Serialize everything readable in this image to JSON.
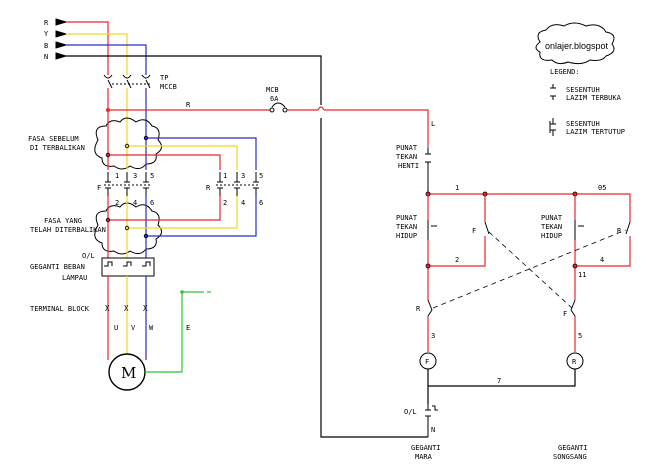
{
  "colors": {
    "red": "#e8262b",
    "yellow": "#f2d61e",
    "blue": "#2b2dbf",
    "black": "#000000",
    "green": "#2fc52f"
  },
  "phases": [
    "R",
    "Y",
    "B",
    "N"
  ],
  "labels": {
    "tp_mccb": "TP\nMCCB",
    "mcb": "MCB\n6A",
    "r_feed": "R",
    "fasa_sebelum": "FASA SEBELUM\nDI TERBALIKAN",
    "fasa_yang": "FASA YANG\nTELAH DITERBALIKAN",
    "geganti_beban": "O/L\nGEGANTI BEBAN\nLAMPAU",
    "terminal_block": "TERMINAL BLOCK",
    "motor": "M",
    "earth": "E",
    "f_contactor": "F",
    "r_contactor": "R",
    "terminals_top": [
      "1",
      "3",
      "5"
    ],
    "terminals_bottom": [
      "2",
      "4",
      "6"
    ],
    "uvw": [
      "U",
      "V",
      "W"
    ],
    "x_mark": "X"
  },
  "control": {
    "l_label": "L",
    "n_label": "N",
    "punat_henti": "PUNAT\nTEKAN\nHENTI",
    "punat_hidup_f": "PUNAT\nTEKAN\nHIDUP",
    "punat_hidup_r": "PUNAT\nTEKAN\nHIDUP",
    "f_nc": "F",
    "r_no": "R",
    "r_nc": "R",
    "f_nc2": "F",
    "coil_f": "F",
    "coil_r": "R",
    "ol": "O/L",
    "geganti_mara": "GEGANTI\nMARA",
    "geganti_songsang": "GEGANTI\nSONGSANG",
    "wire_numbers": [
      "1",
      "05",
      "2",
      "4",
      "11",
      "3",
      "5",
      "7"
    ]
  },
  "legend": {
    "site": "onlajer.blogspot",
    "title": "LEGEND:",
    "no_label": "SESENTUH\nLAZIM TERBUKA",
    "nc_label": "SESENTUH\nLAZIM TERTUTUP"
  }
}
